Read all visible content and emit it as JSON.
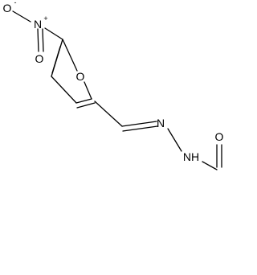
{
  "molecule": {
    "atoms": {
      "nitro_o_minus": "O",
      "nitro_o_minus_charge": "-",
      "nitro_n": "N",
      "nitro_n_charge": "+",
      "nitro_o_double": "O",
      "furan_o": "O",
      "hydrazone_n1": "N",
      "hydrazone_nh": "NH",
      "carbonyl_o": "O"
    },
    "colors": {
      "ink": "#000000",
      "background": "#ffffff"
    }
  }
}
